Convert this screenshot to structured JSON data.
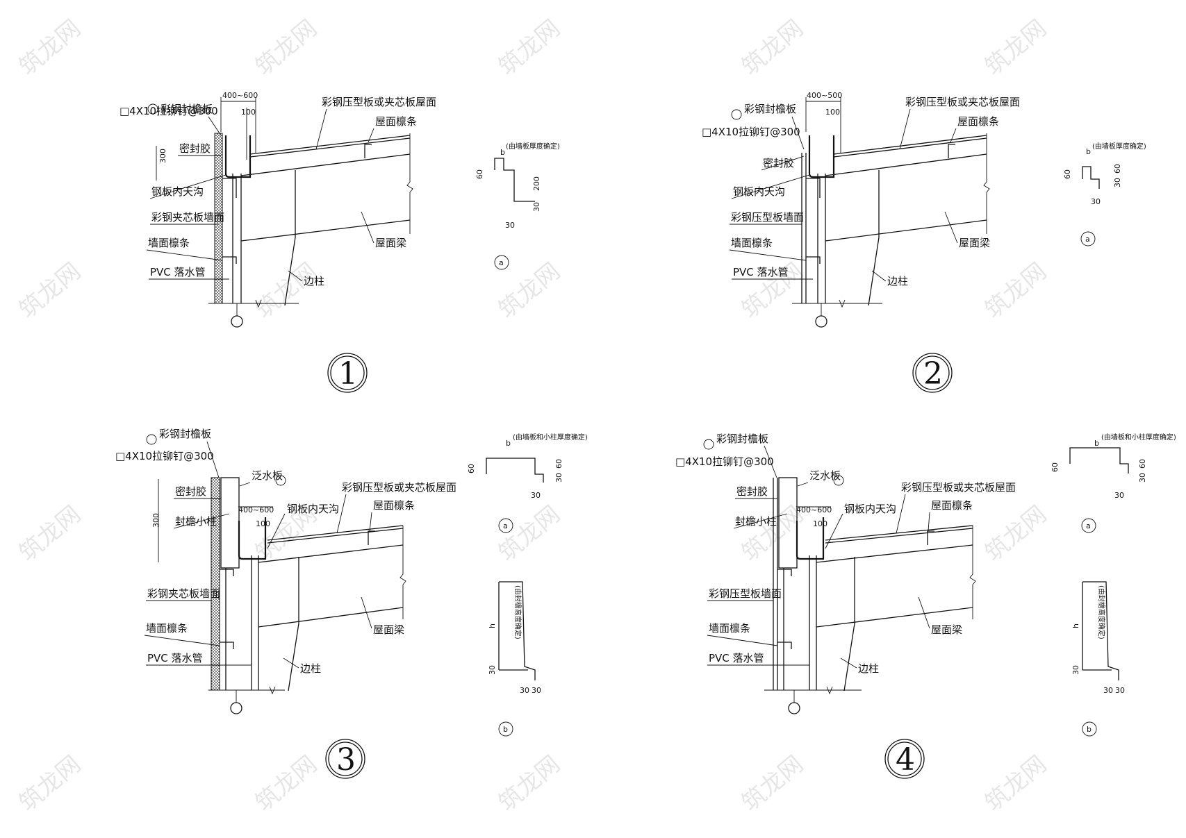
{
  "watermark": "筑龙网",
  "details": [
    {
      "number": "1",
      "labels": {
        "eave_panel": "彩钢封檐板",
        "rivet": "□4X10拉铆钉@300",
        "sealant": "密封胶",
        "gutter": "钢板内天沟",
        "wall": "彩钢夹芯板墙面",
        "wall_purlin": "墙面檩条",
        "downpipe": "PVC 落水管",
        "roof": "彩钢压型板或夹芯板屋面",
        "roof_purlin": "屋面檩条",
        "roof_beam": "屋面梁",
        "column": "边柱"
      },
      "dims": {
        "overhang": "400~600",
        "d100": "100",
        "d300": "300"
      },
      "section_a": {
        "mark": "a",
        "note": "(由墙板厚度确定)",
        "b": "b",
        "d60": "60",
        "d200": "200",
        "d30a": "30",
        "d30b": "30"
      }
    },
    {
      "number": "2",
      "labels": {
        "eave_panel": "彩钢封檐板",
        "rivet": "□4X10拉铆钉@300",
        "sealant": "密封胶",
        "gutter": "钢板内天沟",
        "wall": "彩钢压型板墙面",
        "wall_purlin": "墙面檩条",
        "downpipe": "PVC 落水管",
        "roof": "彩钢压型板或夹芯板屋面",
        "roof_purlin": "屋面檩条",
        "roof_beam": "屋面梁",
        "column": "边柱"
      },
      "dims": {
        "overhang": "400~500",
        "d100": "100"
      },
      "section_a": {
        "mark": "a",
        "note": "(由墙板厚度确定)",
        "b": "b",
        "d60": "60",
        "d60b": "60",
        "d30a": "30",
        "d30b": "30"
      }
    },
    {
      "number": "3",
      "labels": {
        "eave_panel": "彩钢封檐板",
        "rivet": "□4X10拉铆钉@300",
        "flashing": "泛水板",
        "sealant": "密封胶",
        "post": "封檐小柱",
        "gutter": "钢板内天沟",
        "wall": "彩钢夹芯板墙面",
        "wall_purlin": "墙面檩条",
        "downpipe": "PVC 落水管",
        "roof": "彩钢压型板或夹芯板屋面",
        "roof_purlin": "屋面檩条",
        "roof_beam": "屋面梁",
        "column": "边柱"
      },
      "dims": {
        "overhang": "400~600",
        "d100": "100",
        "d300": "300"
      },
      "section_a": {
        "mark": "a",
        "note": "(由墙板和小柱厚度确定)",
        "b": "b",
        "d60": "60",
        "d60b": "60",
        "d30a": "30",
        "d30b": "30"
      },
      "section_b": {
        "mark": "b",
        "note": "(由封檐高度确定)",
        "h": "h",
        "d30": "30",
        "d30a": "30",
        "d30b": "30"
      }
    },
    {
      "number": "4",
      "labels": {
        "eave_panel": "彩钢封檐板",
        "rivet": "□4X10拉铆钉@300",
        "flashing": "泛水板",
        "sealant": "密封胶",
        "post": "封檐小柱",
        "gutter": "钢板内天沟",
        "wall": "彩钢压型板墙面",
        "wall_purlin": "墙面檩条",
        "downpipe": "PVC 落水管",
        "roof": "彩钢压型板或夹芯板屋面",
        "roof_purlin": "屋面檩条",
        "roof_beam": "屋面梁",
        "column": "边柱"
      },
      "dims": {
        "overhang": "400~600",
        "d100": "100"
      },
      "section_a": {
        "mark": "a",
        "note": "(由墙板和小柱厚度确定)",
        "b": "b",
        "d60": "60",
        "d60b": "60",
        "d30a": "30",
        "d30b": "30"
      },
      "section_b": {
        "mark": "b",
        "note": "(由封檐高度确定)",
        "h": "h",
        "d30": "30",
        "d30a": "30",
        "d30b": "30"
      }
    }
  ]
}
